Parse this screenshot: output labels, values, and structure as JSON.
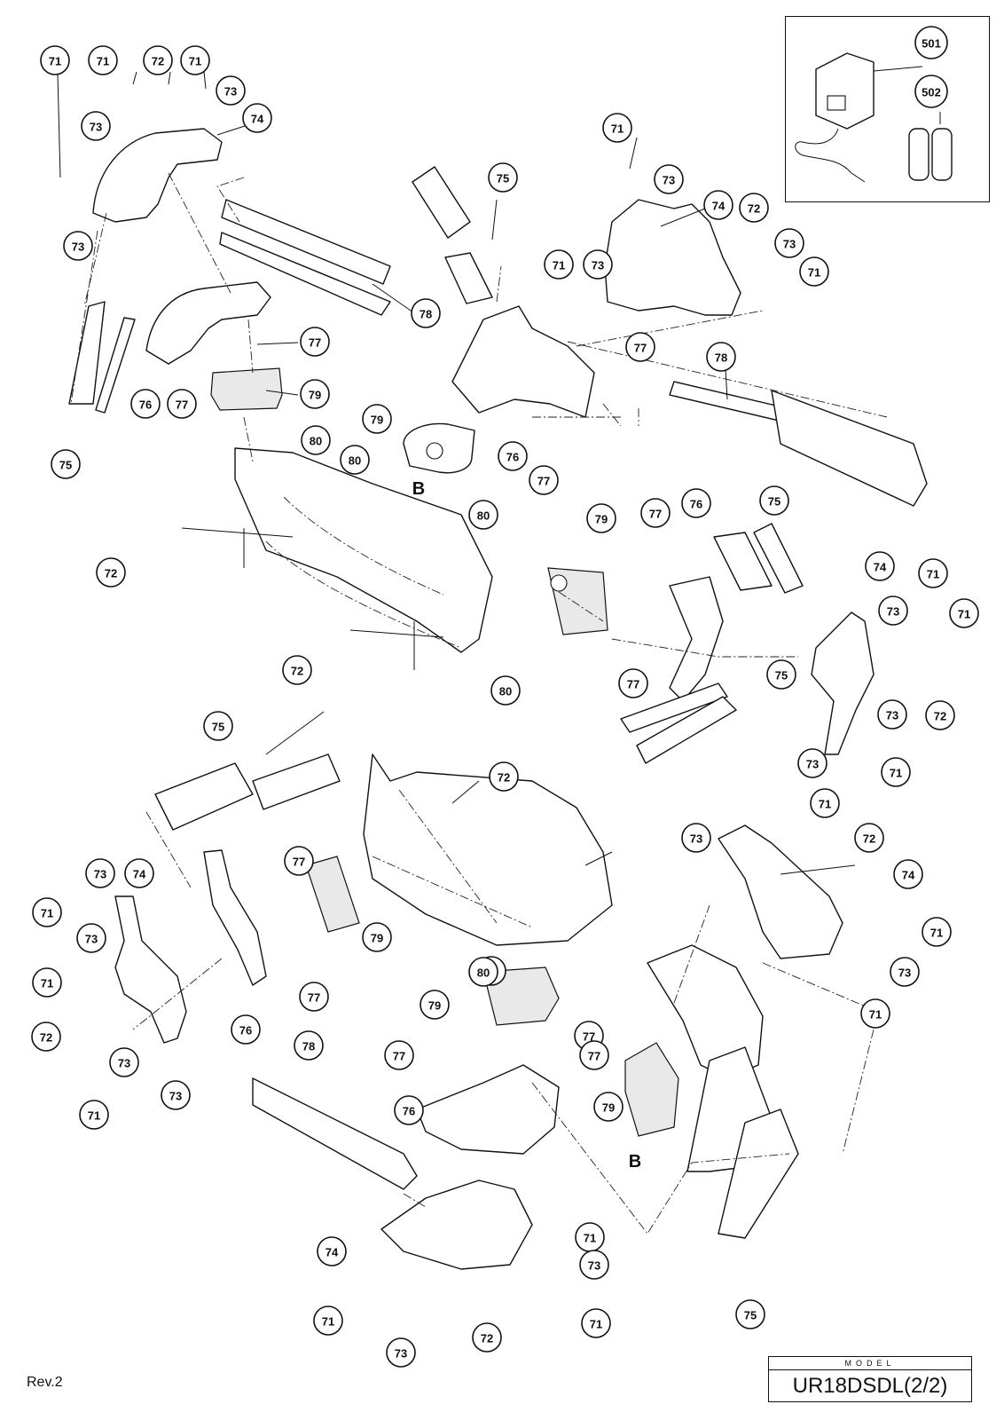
{
  "revision": "Rev.2",
  "model": {
    "caption": "MODEL",
    "name": "UR18DSDL(2/2)"
  },
  "reference_mark": "B",
  "part_numbers": [
    "71",
    "72",
    "73",
    "74",
    "75",
    "76",
    "77",
    "78",
    "79",
    "80",
    "501",
    "502"
  ],
  "callouts": [
    {
      "id": "c1",
      "label": "71"
    },
    {
      "id": "c2",
      "label": "71"
    },
    {
      "id": "c3",
      "label": "72"
    },
    {
      "id": "c4",
      "label": "71"
    },
    {
      "id": "c5",
      "label": "73"
    },
    {
      "id": "c6",
      "label": "73"
    },
    {
      "id": "c7",
      "label": "74"
    },
    {
      "id": "c8",
      "label": "73"
    },
    {
      "id": "c9",
      "label": "78"
    },
    {
      "id": "c10",
      "label": "77"
    },
    {
      "id": "c11",
      "label": "76"
    },
    {
      "id": "c12",
      "label": "77"
    },
    {
      "id": "c13",
      "label": "79"
    },
    {
      "id": "c14",
      "label": "75"
    },
    {
      "id": "c15",
      "label": "80"
    },
    {
      "id": "c16",
      "label": "72"
    },
    {
      "id": "c17",
      "label": "72"
    },
    {
      "id": "c18",
      "label": "75"
    },
    {
      "id": "c19",
      "label": "79"
    },
    {
      "id": "c20",
      "label": "80"
    },
    {
      "id": "c21",
      "label": "80"
    },
    {
      "id": "c22",
      "label": "80"
    },
    {
      "id": "c23",
      "label": "76"
    },
    {
      "id": "c24",
      "label": "77"
    },
    {
      "id": "c25",
      "label": "77"
    },
    {
      "id": "c26",
      "label": "71"
    },
    {
      "id": "c27",
      "label": "73"
    },
    {
      "id": "c28",
      "label": "74"
    },
    {
      "id": "c29",
      "label": "72"
    },
    {
      "id": "c30",
      "label": "73"
    },
    {
      "id": "c31",
      "label": "71"
    },
    {
      "id": "c32",
      "label": "71"
    },
    {
      "id": "c33",
      "label": "73"
    },
    {
      "id": "c34",
      "label": "78"
    },
    {
      "id": "c35",
      "label": "501"
    },
    {
      "id": "c36",
      "label": "502"
    },
    {
      "id": "c37",
      "label": "79"
    },
    {
      "id": "c38",
      "label": "77"
    },
    {
      "id": "c39",
      "label": "76"
    },
    {
      "id": "c40",
      "label": "75"
    },
    {
      "id": "c41",
      "label": "74"
    },
    {
      "id": "c42",
      "label": "71"
    },
    {
      "id": "c43",
      "label": "73"
    },
    {
      "id": "c44",
      "label": "71"
    },
    {
      "id": "c45",
      "label": "77"
    },
    {
      "id": "c46",
      "label": "75"
    },
    {
      "id": "c47",
      "label": "73"
    },
    {
      "id": "c48",
      "label": "72"
    },
    {
      "id": "c49",
      "label": "73"
    },
    {
      "id": "c50",
      "label": "71"
    },
    {
      "id": "c51",
      "label": "75"
    },
    {
      "id": "c52",
      "label": "72"
    },
    {
      "id": "c53",
      "label": "77"
    },
    {
      "id": "c54",
      "label": "73"
    },
    {
      "id": "c55",
      "label": "74"
    },
    {
      "id": "c56",
      "label": "71"
    },
    {
      "id": "c57",
      "label": "73"
    },
    {
      "id": "c58",
      "label": "71"
    },
    {
      "id": "c59",
      "label": "79"
    },
    {
      "id": "c60",
      "label": "80"
    },
    {
      "id": "c61",
      "label": "77"
    },
    {
      "id": "c62",
      "label": "72"
    },
    {
      "id": "c63",
      "label": "73"
    },
    {
      "id": "c64",
      "label": "73"
    },
    {
      "id": "c65",
      "label": "71"
    },
    {
      "id": "c66",
      "label": "76"
    },
    {
      "id": "c67",
      "label": "71"
    },
    {
      "id": "c68",
      "label": "73"
    },
    {
      "id": "c69",
      "label": "72"
    },
    {
      "id": "c70",
      "label": "74"
    },
    {
      "id": "c71",
      "label": "71"
    },
    {
      "id": "c72",
      "label": "73"
    },
    {
      "id": "c73",
      "label": "71"
    },
    {
      "id": "c74",
      "label": "80"
    },
    {
      "id": "c75",
      "label": "79"
    },
    {
      "id": "c76",
      "label": "77"
    },
    {
      "id": "c77",
      "label": "77"
    },
    {
      "id": "c78",
      "label": "77"
    },
    {
      "id": "c79",
      "label": "78"
    },
    {
      "id": "c80",
      "label": "76"
    },
    {
      "id": "c81",
      "label": "79"
    },
    {
      "id": "c82",
      "label": "71"
    },
    {
      "id": "c83",
      "label": "74"
    },
    {
      "id": "c84",
      "label": "73"
    },
    {
      "id": "c85",
      "label": "71"
    },
    {
      "id": "c86",
      "label": "73"
    },
    {
      "id": "c87",
      "label": "72"
    },
    {
      "id": "c88",
      "label": "71"
    },
    {
      "id": "c89",
      "label": "75"
    }
  ]
}
